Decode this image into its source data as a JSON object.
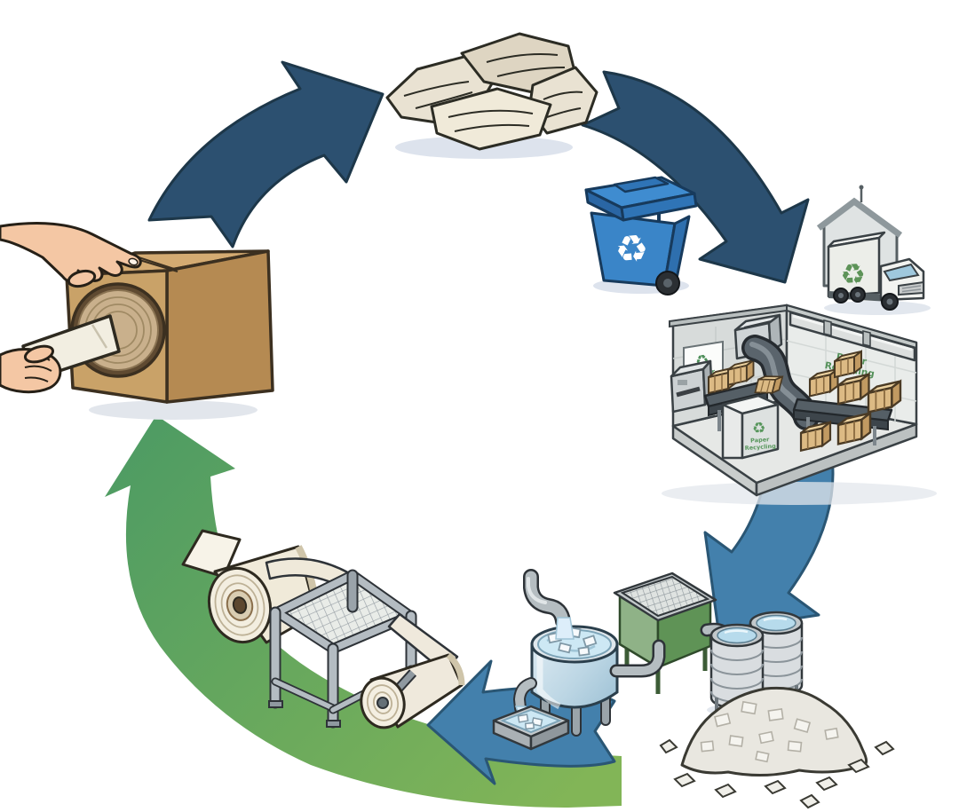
{
  "scene": {
    "kind": "cycle-diagram",
    "subject": "paper-recycling-process",
    "stages": [
      "waste-paper",
      "recycling-bin",
      "collection-truck",
      "recycling-facility",
      "shredded-paper",
      "storage-tanks",
      "screening-unit",
      "pulping-vat",
      "paper-machine",
      "paper-rolls",
      "packing-paper-dispenser"
    ]
  },
  "signs": {
    "paper_recycling": {
      "line1": "Paper",
      "line2": "Recycling"
    }
  },
  "icons": {
    "recycle": "♻"
  },
  "colors": {
    "background": "#ffffff",
    "arrow_navy": "#2c5070",
    "arrow_blue": "#4380ac",
    "arrow_green": "#4f9c63",
    "arrow_green_light": "#82b557",
    "bin_blue": "#3a85c8",
    "cardboard": "#c9a268",
    "paper_cream": "#efe9da",
    "machine_gray": "#b4bcc2",
    "water_blue": "#cde8f4",
    "sign_green": "#55915a"
  }
}
